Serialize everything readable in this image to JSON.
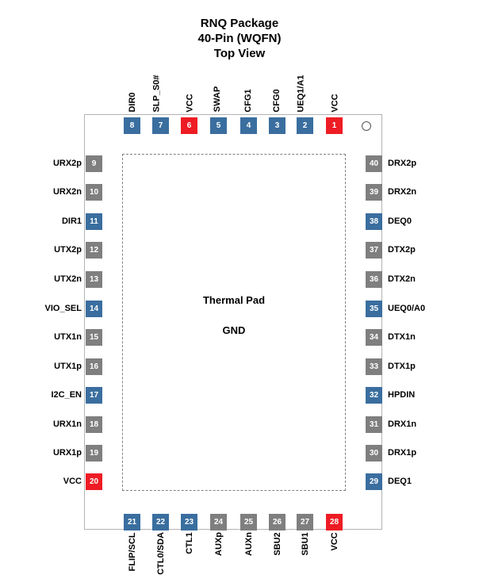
{
  "header": {
    "line1": "RNQ Package",
    "line2": "40-Pin (WQFN)",
    "line3": "Top View"
  },
  "thermal_pad": {
    "label": "Thermal Pad",
    "net": "GND"
  },
  "colors": {
    "io": "#3a6e9f",
    "highspeed": "#7f7f7f",
    "power": "#ee1c24"
  },
  "pins": {
    "top": [
      {
        "num": "8",
        "name": "DIR0",
        "type": "io"
      },
      {
        "num": "7",
        "name": "SLP_S0#",
        "type": "io"
      },
      {
        "num": "6",
        "name": "VCC",
        "type": "power"
      },
      {
        "num": "5",
        "name": "SWAP",
        "type": "io"
      },
      {
        "num": "4",
        "name": "CFG1",
        "type": "io"
      },
      {
        "num": "3",
        "name": "CFG0",
        "type": "io"
      },
      {
        "num": "2",
        "name": "UEQ1/A1",
        "type": "io"
      },
      {
        "num": "1",
        "name": "VCC",
        "type": "power"
      }
    ],
    "left": [
      {
        "num": "9",
        "name": "URX2p",
        "type": "highspeed"
      },
      {
        "num": "10",
        "name": "URX2n",
        "type": "highspeed"
      },
      {
        "num": "11",
        "name": "DIR1",
        "type": "io"
      },
      {
        "num": "12",
        "name": "UTX2p",
        "type": "highspeed"
      },
      {
        "num": "13",
        "name": "UTX2n",
        "type": "highspeed"
      },
      {
        "num": "14",
        "name": "VIO_SEL",
        "type": "io"
      },
      {
        "num": "15",
        "name": "UTX1n",
        "type": "highspeed"
      },
      {
        "num": "16",
        "name": "UTX1p",
        "type": "highspeed"
      },
      {
        "num": "17",
        "name": "I2C_EN",
        "type": "io"
      },
      {
        "num": "18",
        "name": "URX1n",
        "type": "highspeed"
      },
      {
        "num": "19",
        "name": "URX1p",
        "type": "highspeed"
      },
      {
        "num": "20",
        "name": "VCC",
        "type": "power"
      }
    ],
    "right": [
      {
        "num": "40",
        "name": "DRX2p",
        "type": "highspeed"
      },
      {
        "num": "39",
        "name": "DRX2n",
        "type": "highspeed"
      },
      {
        "num": "38",
        "name": "DEQ0",
        "type": "io"
      },
      {
        "num": "37",
        "name": "DTX2p",
        "type": "highspeed"
      },
      {
        "num": "36",
        "name": "DTX2n",
        "type": "highspeed"
      },
      {
        "num": "35",
        "name": "UEQ0/A0",
        "type": "io"
      },
      {
        "num": "34",
        "name": "DTX1n",
        "type": "highspeed"
      },
      {
        "num": "33",
        "name": "DTX1p",
        "type": "highspeed"
      },
      {
        "num": "32",
        "name": "HPDIN",
        "type": "io"
      },
      {
        "num": "31",
        "name": "DRX1n",
        "type": "highspeed"
      },
      {
        "num": "30",
        "name": "DRX1p",
        "type": "highspeed"
      },
      {
        "num": "29",
        "name": "DEQ1",
        "type": "io"
      }
    ],
    "bottom": [
      {
        "num": "21",
        "name": "FLIP/SCL",
        "type": "io"
      },
      {
        "num": "22",
        "name": "CTL0/SDA",
        "type": "io"
      },
      {
        "num": "23",
        "name": "CTL1",
        "type": "io"
      },
      {
        "num": "24",
        "name": "AUXp",
        "type": "highspeed"
      },
      {
        "num": "25",
        "name": "AUXn",
        "type": "highspeed"
      },
      {
        "num": "26",
        "name": "SBU2",
        "type": "highspeed"
      },
      {
        "num": "27",
        "name": "SBU1",
        "type": "highspeed"
      },
      {
        "num": "28",
        "name": "VCC",
        "type": "power"
      }
    ]
  }
}
